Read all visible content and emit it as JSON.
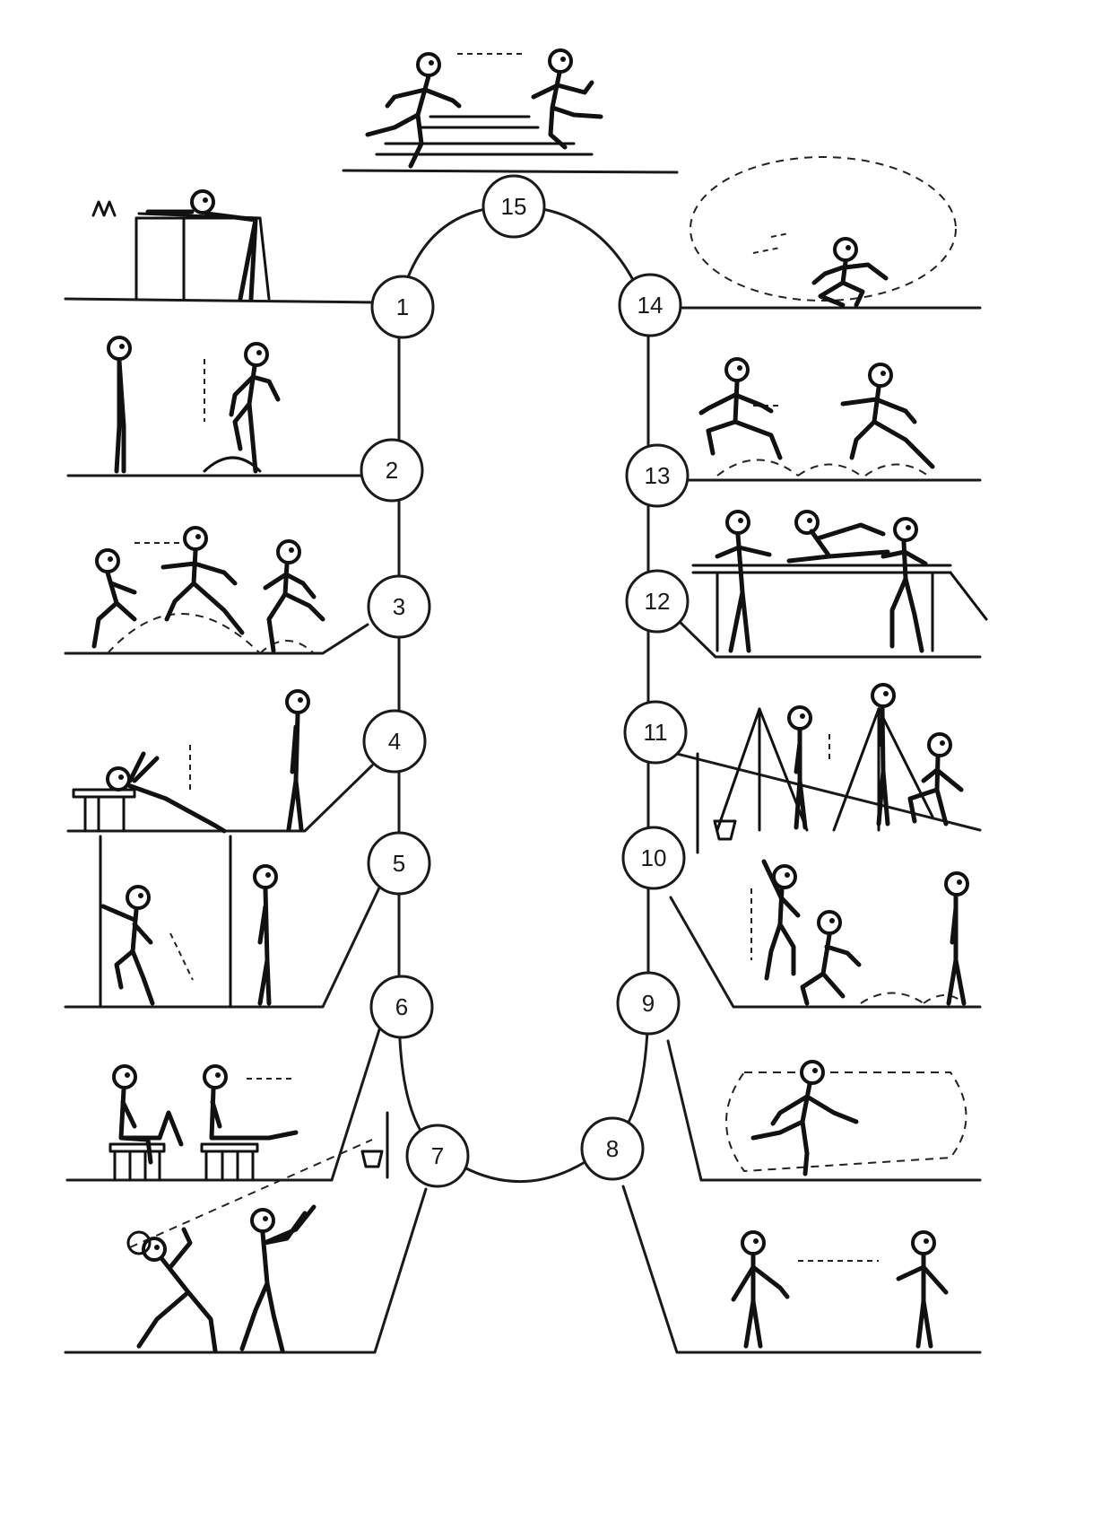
{
  "diagram": {
    "stations": [
      {
        "id": "1",
        "label": "1"
      },
      {
        "id": "2",
        "label": "2"
      },
      {
        "id": "3",
        "label": "3"
      },
      {
        "id": "4",
        "label": "4"
      },
      {
        "id": "5",
        "label": "5"
      },
      {
        "id": "6",
        "label": "6"
      },
      {
        "id": "7",
        "label": "7"
      },
      {
        "id": "8",
        "label": "8"
      },
      {
        "id": "9",
        "label": "9"
      },
      {
        "id": "10",
        "label": "10"
      },
      {
        "id": "11",
        "label": "11"
      },
      {
        "id": "12",
        "label": "12"
      },
      {
        "id": "13",
        "label": "13"
      },
      {
        "id": "14",
        "label": "14"
      },
      {
        "id": "15",
        "label": "15"
      }
    ]
  }
}
